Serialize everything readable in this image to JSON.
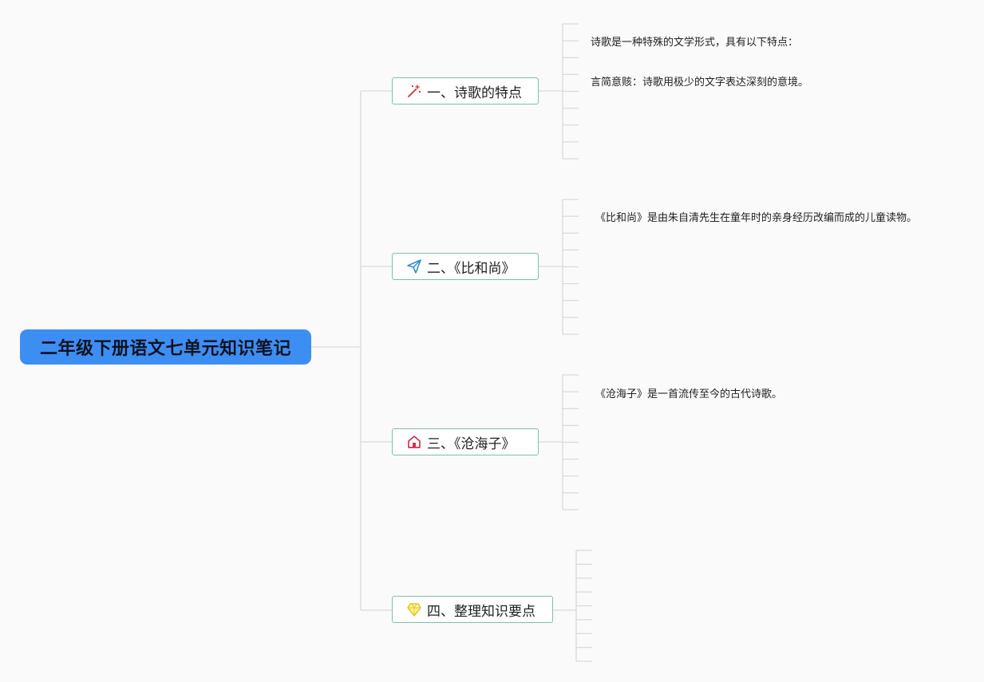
{
  "root": {
    "title": "二年级下册语文七单元知识笔记",
    "color": "#3d8ef2"
  },
  "branches": [
    {
      "label": "一、诗歌的特点",
      "icon": "magic-wand-icon",
      "notes": [
        "诗歌是一种特殊的文学形式，具有以下特点：",
        "言简意赅：诗歌用极少的文字表达深刻的意境。"
      ]
    },
    {
      "label": "二、《比和尚》",
      "icon": "paper-plane-icon",
      "notes": [
        "《比和尚》是由朱自清先生在童年时的亲身经历改编而成的儿童读物。"
      ]
    },
    {
      "label": "三、《沧海子》",
      "icon": "home-icon",
      "notes": [
        "《沧海子》是一首流传至今的古代诗歌。"
      ]
    },
    {
      "label": "四、整理知识要点",
      "icon": "diamond-icon",
      "notes": []
    }
  ],
  "colors": {
    "branch_border": "#7fbfb0",
    "connector": "#d9d9d9"
  }
}
